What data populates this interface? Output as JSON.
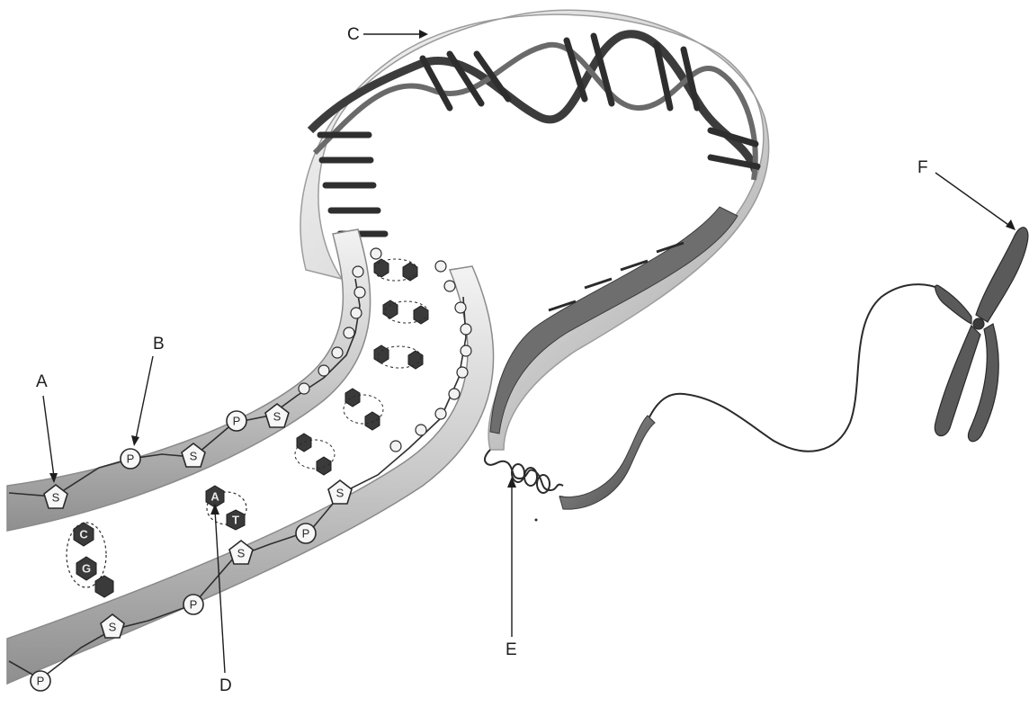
{
  "labels": {
    "a": "A",
    "b": "B",
    "c": "C",
    "d": "D",
    "e": "E",
    "f": "F"
  },
  "backbone": {
    "sugar": "S",
    "phosphate": "P"
  },
  "bases": {
    "g": "G",
    "c": "C",
    "a": "A",
    "t": "T"
  }
}
